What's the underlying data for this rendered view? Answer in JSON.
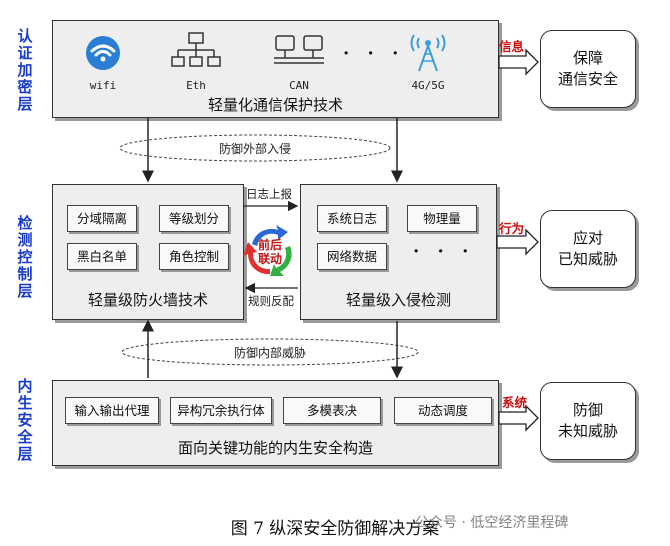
{
  "layers": {
    "auth": "认证加密层",
    "detect": "检测控制层",
    "intrinsic": "内生安全层"
  },
  "comm": {
    "icons": [
      {
        "name": "wifi-icon",
        "label": "wifi"
      },
      {
        "name": "ethernet-icon",
        "label": "Eth"
      },
      {
        "name": "can-bus-icon",
        "label": "CAN"
      },
      {
        "name": "antenna-icon",
        "label": "4G/5G"
      }
    ],
    "ellipsis": "· · ·",
    "title": "轻量化通信保护技术",
    "arrow_label": "信息",
    "outcome": [
      "保障",
      "通信安全"
    ]
  },
  "defense_external": "防御外部入侵",
  "firewall": {
    "chips": [
      "分域隔离",
      "等级划分",
      "黑白名单",
      "角色控制"
    ],
    "title": "轻量级防火墙技术"
  },
  "ids": {
    "chips": [
      "系统日志",
      "物理量",
      "网络数据"
    ],
    "ellipsis": "· · ·",
    "title": "轻量级入侵检测",
    "arrow_label": "行为",
    "outcome": [
      "应对",
      "已知威胁"
    ]
  },
  "linkage": {
    "log_report": "日志上报",
    "rule_feedback": "规则反配",
    "center": [
      "前后",
      "联动"
    ]
  },
  "defense_internal": "防御内部威胁",
  "intrinsic": {
    "chips": [
      "输入输出代理",
      "异构冗余执行体",
      "多模表决",
      "动态调度"
    ],
    "title": "面向关键功能的内生安全构造",
    "arrow_label": "系统",
    "outcome": [
      "防御",
      "未知威胁"
    ]
  },
  "caption": "图 7  纵深安全防御解决方案",
  "watermark": "公众号 · 低空经济里程碑",
  "colors": {
    "layer_label": "#1a3cc8",
    "arrow_label": "#d01010",
    "panel": "#eeeeee",
    "wifi": "#2a7fd4",
    "antenna": "#3aa0dc"
  }
}
